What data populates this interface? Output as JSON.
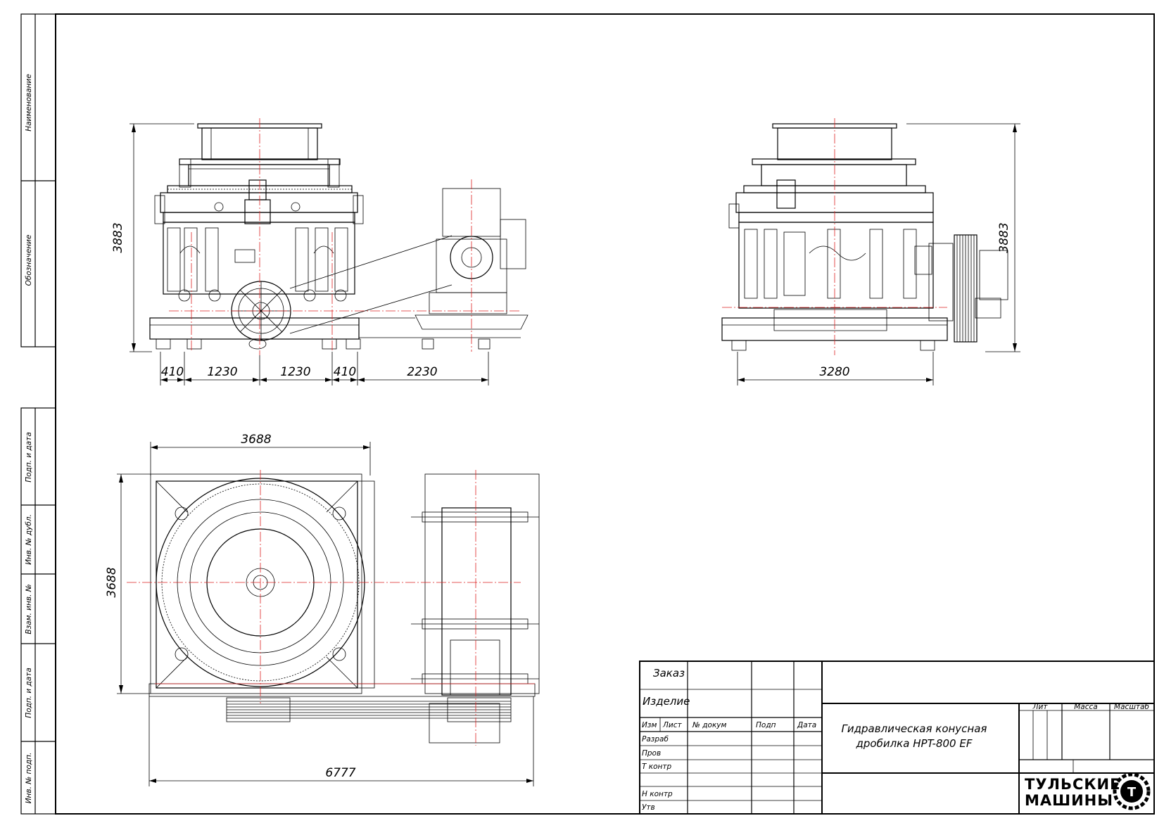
{
  "side_stamps": [
    "Наименование",
    "Обозначение",
    "Подп. и дата",
    "Инв. № дубл.",
    "Взам. инв. №",
    "Подп. и дата",
    "Инв. № подп."
  ],
  "dimensions": {
    "front_height": "3883",
    "front_segments": [
      "410",
      "1230",
      "1230",
      "410",
      "2230"
    ],
    "side_height": "3883",
    "side_width": "3280",
    "plan_width": "3688",
    "plan_height": "3688",
    "plan_overall": "6777"
  },
  "title_block": {
    "order_label": "Заказ",
    "product_label": "Изделие",
    "headers": [
      "Изм",
      "Лист",
      "№ докум",
      "Подп",
      "Дата"
    ],
    "roles": [
      "Разраб",
      "Пров",
      "Т контр",
      "",
      "Н контр",
      "Утв"
    ],
    "title_line1": "Гидравлическая конусная",
    "title_line2": "дробилка HPT-800 EF",
    "col_lit": "Лит",
    "col_mass": "Масса",
    "col_scale": "Масштаб",
    "logo_line1": "ТУЛЬСКИЕ",
    "logo_line2": "МАШИНЫ",
    "logo_mark": "Т"
  }
}
